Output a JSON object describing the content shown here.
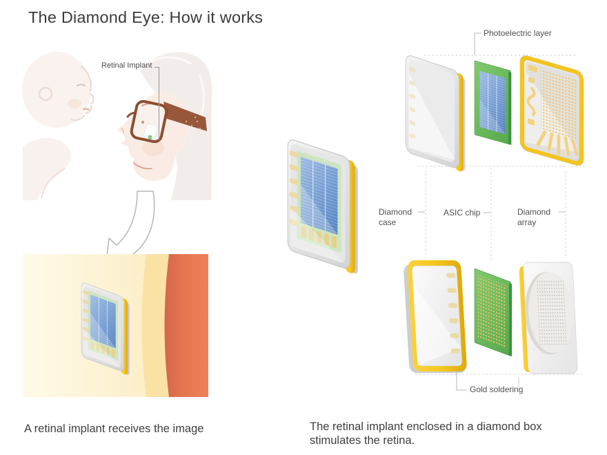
{
  "title": "The Diamond Eye: How it works",
  "left_panel": {
    "implant_pointer_label": "Retinal Implant",
    "caption": "A retinal implant receives the image"
  },
  "right_panel": {
    "photoelectric_label": "Photoelectric layer",
    "diamond_case_label": "Diamond\ncase",
    "asic_chip_label": "ASIC chip",
    "diamond_array_label": "Diamond\narray",
    "gold_soldering_label": "Gold soldering",
    "caption": "The retinal implant enclosed in a diamond box\nstimulates the retina."
  },
  "colors": {
    "gold": "#F5C41F",
    "gold_dark": "#DFA90C",
    "pcb_green": "#63B457",
    "sensor_blue": "#6E9BD2",
    "case_gray": "#DCDCDC",
    "retina_orange": "#E4754F",
    "retina_cream": "#FCF1CF",
    "glasses_brown": "#96563A",
    "text_dark": "#3B3B3B",
    "label_gray": "#4A4A4A"
  },
  "graphics": {
    "scene_icon": "elder-with-baby-illustration",
    "arrow_icon": "curved-down-arrow",
    "retina_icon": "retina-cross-section",
    "implant_icon": "diamond-implant-chip",
    "exploded_top_icons": [
      "diamond-case",
      "photoelectric-asic-chip",
      "diamond-array"
    ],
    "exploded_bottom_icons": [
      "diamond-case-frame",
      "gold-solder-chip",
      "diamond-array-disc"
    ]
  }
}
